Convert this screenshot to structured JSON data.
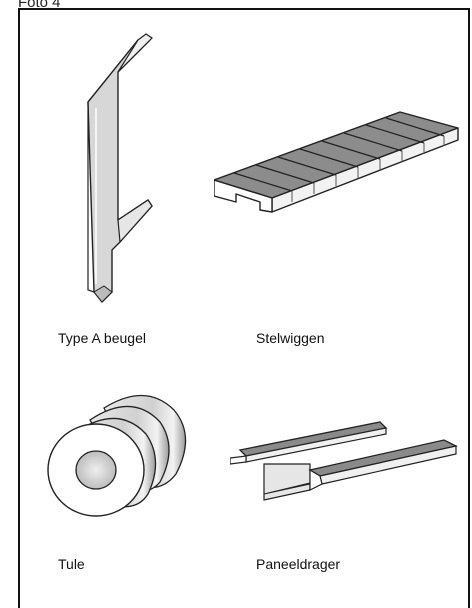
{
  "header": {
    "label": "Foto 4"
  },
  "parts": [
    {
      "id": "type-a-beugel",
      "caption": "Type A beugel",
      "icon": "bracket-icon"
    },
    {
      "id": "stelwiggen",
      "caption": "Stelwiggen",
      "icon": "wedge-strip-icon"
    },
    {
      "id": "tule",
      "caption": "Tule",
      "icon": "sleeve-icon"
    },
    {
      "id": "paneeldrager",
      "caption": "Paneeldrager",
      "icon": "panel-carrier-icon"
    }
  ]
}
